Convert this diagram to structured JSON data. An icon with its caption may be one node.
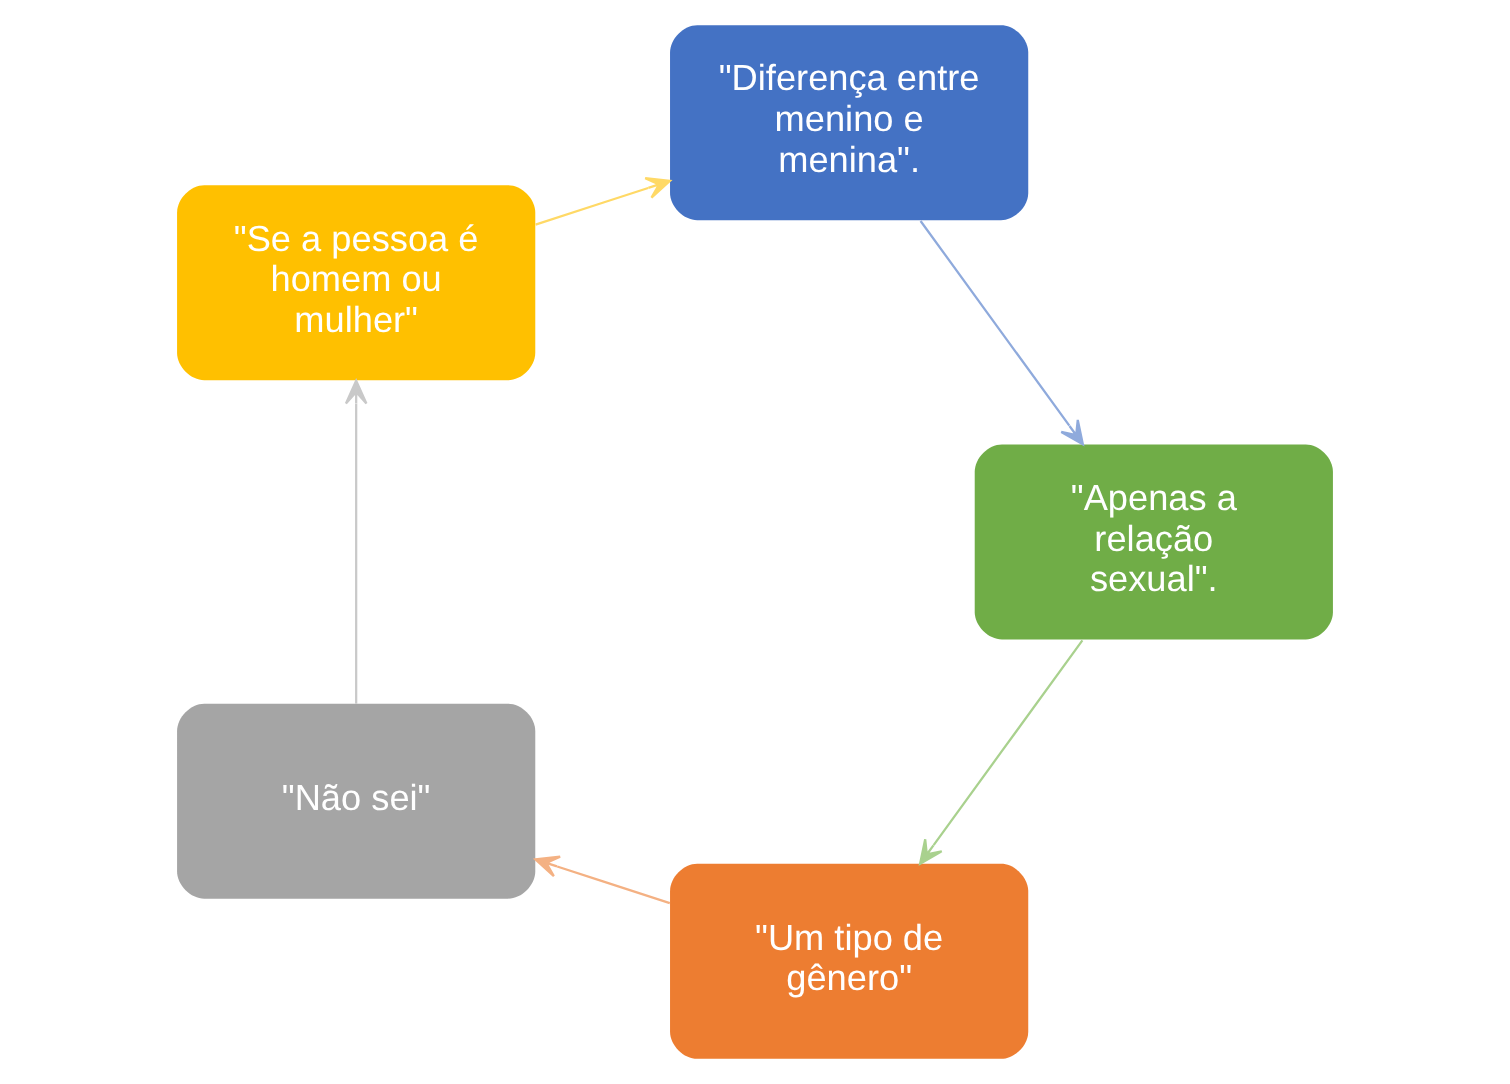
{
  "diagram": {
    "nodes": [
      {
        "text": [
          "\"Um tipo de gênero\""
        ]
      },
      {
        "text": [
          "\"Apenas a relação sexual\"."
        ]
      },
      {
        "text": [
          "\"Não sei\""
        ]
      },
      {
        "text": [
          "\"Diferença entre menino e menina\"."
        ]
      },
      {
        "text": [
          "\"Se a pessoa é homem ou mulher\""
        ]
      }
    ],
    "edges": [
      {
        "from": 0,
        "to": 2,
        "arrow": "to",
        "color": "#f4b183"
      },
      {
        "from": 2,
        "to": 4,
        "arrow": "to",
        "color": "#c9c9c9"
      },
      {
        "from": 4,
        "to": 3,
        "arrow": "to",
        "color": "#ffd966"
      },
      {
        "from": 3,
        "to": 1,
        "arrow": "to",
        "color": "#8faadc"
      },
      {
        "from": 1,
        "to": 0,
        "arrow": "to",
        "color": "#a9d18e"
      }
    ]
  }
}
